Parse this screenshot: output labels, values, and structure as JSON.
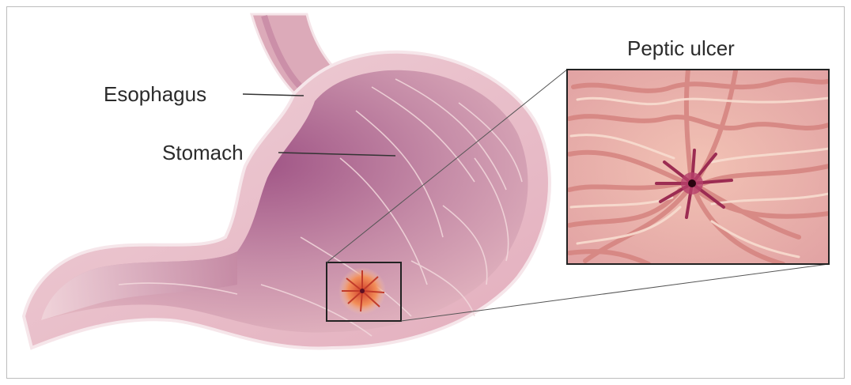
{
  "labels": {
    "esophagus": "Esophagus",
    "stomach": "Stomach",
    "inset_title": "Peptic ulcer"
  },
  "colors": {
    "stomach_outer": "#e9bfc9",
    "stomach_inner": "#b77396",
    "stomach_dark": "#8a3f6e",
    "mucosa_light": "#f3c6b6",
    "mucosa_fold": "#d98a85",
    "ulcer_core": "#7a1430",
    "frame": "#222222"
  },
  "icons": [
    "stomach-illustration",
    "ulcer-closeup-illustration"
  ]
}
